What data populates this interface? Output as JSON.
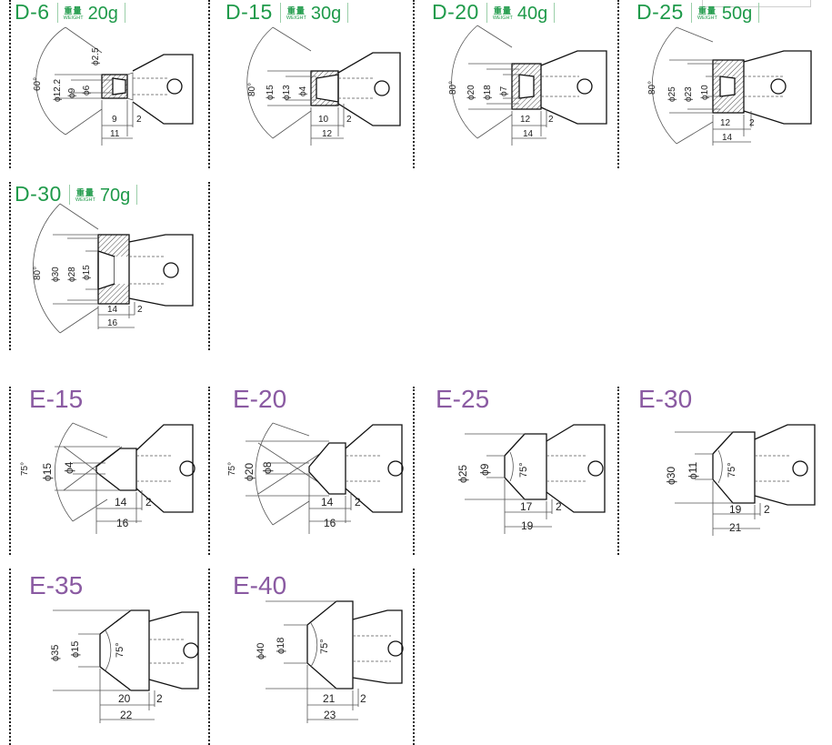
{
  "weight_jp": "重量",
  "weight_en": "WEIGHT",
  "d_series": [
    {
      "code": "D-6",
      "weight": "20g",
      "dims": {
        "angle": "60°",
        "outer": "ϕ12.2",
        "mid": "ϕ9",
        "inner": "ϕ6",
        "tip": "ϕ2.5",
        "a": "9",
        "b": "2",
        "total": "11"
      }
    },
    {
      "code": "D-15",
      "weight": "30g",
      "dims": {
        "angle": "80°",
        "outer": "ϕ15",
        "mid": "ϕ13",
        "inner": "ϕ4",
        "a": "10",
        "b": "2",
        "total": "12"
      }
    },
    {
      "code": "D-20",
      "weight": "40g",
      "dims": {
        "angle": "80°",
        "outer": "ϕ20",
        "mid": "ϕ18",
        "inner": "ϕ7",
        "a": "12",
        "b": "2",
        "total": "14"
      }
    },
    {
      "code": "D-25",
      "weight": "50g",
      "dims": {
        "angle": "80°",
        "outer": "ϕ25",
        "mid": "ϕ23",
        "inner": "ϕ10",
        "a": "12",
        "b": "2",
        "total": "14"
      }
    },
    {
      "code": "D-30",
      "weight": "70g",
      "dims": {
        "angle": "80°",
        "outer": "ϕ30",
        "mid": "ϕ28",
        "inner": "ϕ15",
        "a": "14",
        "b": "2",
        "total": "16"
      }
    }
  ],
  "e_series": [
    {
      "code": "E-15",
      "dims": {
        "angle": "75°",
        "outer": "ϕ15",
        "inner": "ϕ4",
        "a": "14",
        "b": "2",
        "total": "16"
      }
    },
    {
      "code": "E-20",
      "dims": {
        "angle": "75°",
        "outer": "ϕ20",
        "inner": "ϕ8",
        "a": "14",
        "b": "2",
        "total": "16"
      }
    },
    {
      "code": "E-25",
      "dims": {
        "angle": "75°",
        "outer": "ϕ25",
        "inner": "ϕ9",
        "a": "17",
        "b": "2",
        "total": "19"
      }
    },
    {
      "code": "E-30",
      "dims": {
        "angle": "75°",
        "outer": "ϕ30",
        "inner": "ϕ11",
        "a": "19",
        "b": "2",
        "total": "21"
      }
    },
    {
      "code": "E-35",
      "dims": {
        "angle": "75°",
        "outer": "ϕ35",
        "inner": "ϕ15",
        "a": "20",
        "b": "2",
        "total": "22"
      }
    },
    {
      "code": "E-40",
      "dims": {
        "angle": "75°",
        "outer": "ϕ40",
        "inner": "ϕ18",
        "a": "21",
        "b": "2",
        "total": "23"
      }
    }
  ]
}
